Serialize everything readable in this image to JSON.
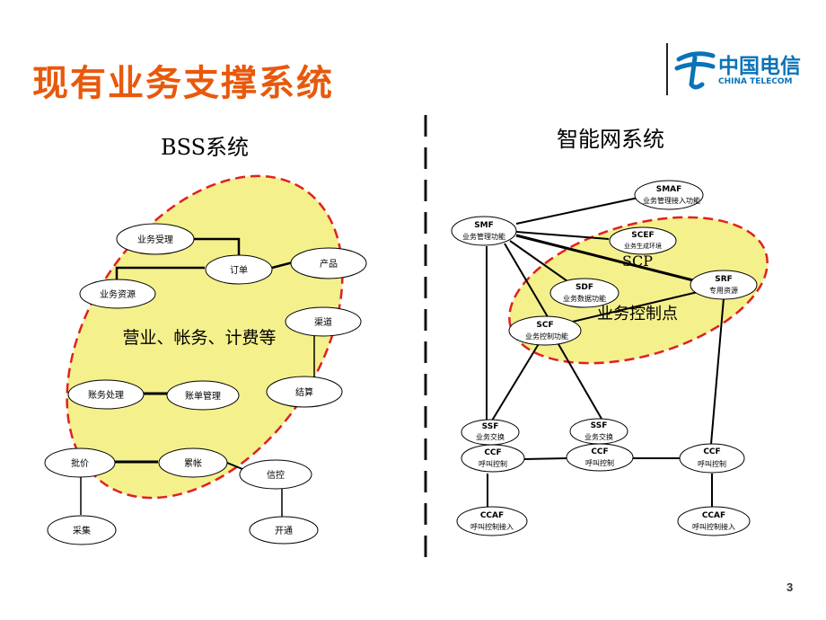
{
  "title": "现有业务支撑系统",
  "logo": {
    "chinese": "中国电信",
    "english": "CHINA TELECOM"
  },
  "page_number": "3",
  "bss": {
    "heading": "BSS系统",
    "region_label": "营业、帐务、计费等",
    "nodes": {
      "yewu_shouli": "业务受理",
      "dingdan": "订单",
      "chanpin": "产品",
      "yewu_ziyuan": "业务资源",
      "qudao": "渠道",
      "zhangwu_chuli": "账务处理",
      "zhangdan_guanli": "账单管理",
      "jiesuan": "结算",
      "pijia": "批价",
      "leizhang": "累帐",
      "xinkong": "信控",
      "caiji": "采集",
      "kaitong": "开通"
    }
  },
  "in": {
    "heading": "智能网系统",
    "scp_label": "SCP",
    "control_label": "业务控制点",
    "nodes": {
      "smaf": {
        "code": "SMAF",
        "desc": "业务管理接入功能"
      },
      "smf": {
        "code": "SMF",
        "desc": "业务管理功能"
      },
      "scef": {
        "code": "SCEF",
        "desc": "业务生成环境"
      },
      "sdf": {
        "code": "SDF",
        "desc": "业务数据功能"
      },
      "srf": {
        "code": "SRF",
        "desc": "专用资源"
      },
      "scf": {
        "code": "SCF",
        "desc": "业务控制功能"
      },
      "ssf1": {
        "code": "SSF",
        "desc": "业务交换"
      },
      "ssf2": {
        "code": "SSF",
        "desc": "业务交换"
      },
      "ccf1": {
        "code": "CCF",
        "desc": "呼叫控制"
      },
      "ccf2": {
        "code": "CCF",
        "desc": "呼叫控制"
      },
      "ccf3": {
        "code": "CCF",
        "desc": "呼叫控制"
      },
      "ccaf1": {
        "code": "CCAF",
        "desc": "呼叫控制接入"
      },
      "ccaf2": {
        "code": "CCAF",
        "desc": "呼叫控制接入"
      }
    }
  },
  "colors": {
    "title": "#e8590c",
    "region_fill": "#f4f08c",
    "region_border": "#e02020",
    "divider": "#111111",
    "logo": "#0a73b8"
  }
}
